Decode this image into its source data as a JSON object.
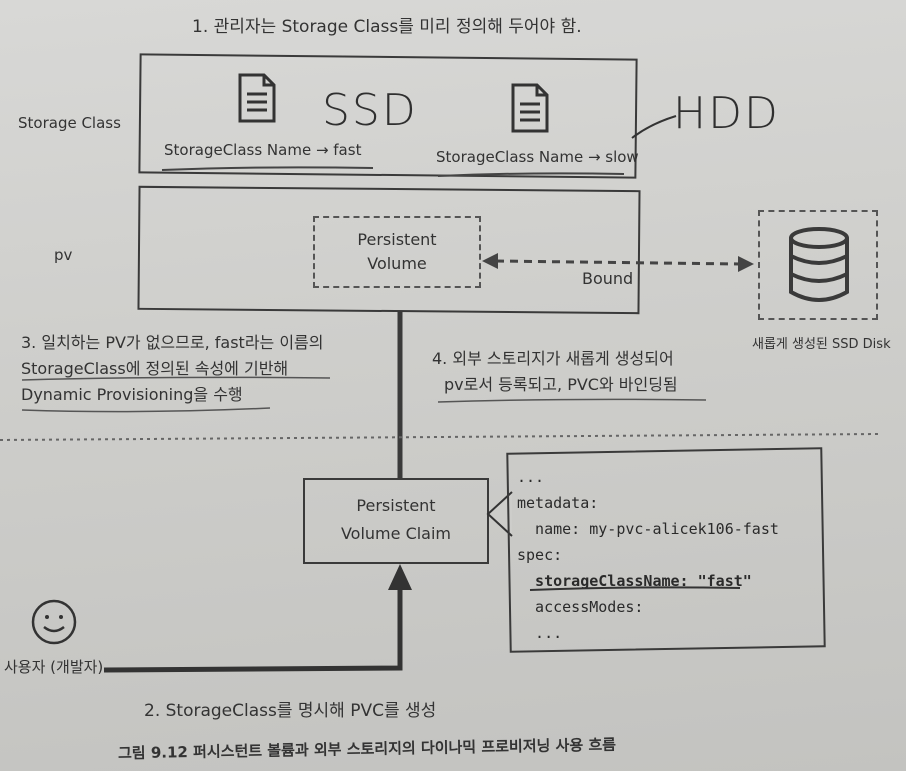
{
  "top_note": "1. 관리자는 Storage Class를 미리 정의해 두어야 함.",
  "rows": {
    "storage_class": "Storage Class",
    "pv": "pv"
  },
  "storage_classes": [
    {
      "label": "StorageClass Name → fast",
      "handwritten": "SSD",
      "icon": "document-icon"
    },
    {
      "label": "StorageClass Name → slow",
      "handwritten": "HDD",
      "icon": "document-icon"
    }
  ],
  "persistent_volume": {
    "line1": "Persistent",
    "line2": "Volume"
  },
  "bound_label": "Bound",
  "disk": {
    "caption": "새롭게 생성된 SSD Disk",
    "icon": "database-icon"
  },
  "step3": {
    "line1": "3. 일치하는 PV가 없으므로, fast라는 이름의",
    "line2": "StorageClass에 정의된 속성에 기반해",
    "line3": "Dynamic Provisioning을 수행"
  },
  "step4": {
    "line1": "4. 외부 스토리지가 새롭게 생성되어",
    "line2": "pv로서 등록되고, PVC와 바인딩됨"
  },
  "pvc": {
    "line1": "Persistent",
    "line2": "Volume Claim"
  },
  "yaml": [
    "...",
    "metadata:",
    "  name: my-pvc-alicek106-fast",
    "spec:",
    "  storageClassName: \"fast\"",
    "  accessModes:",
    "  ..."
  ],
  "user": {
    "caption": "사용자 (개발자)",
    "icon": "smiley-user-icon"
  },
  "step2": "2. StorageClass를 명시해 PVC를 생성",
  "figure_caption": "그림 9.12 퍼시스턴트 볼륨과 외부 스토리지의 다이나믹 프로비저닝 사용 흐름"
}
